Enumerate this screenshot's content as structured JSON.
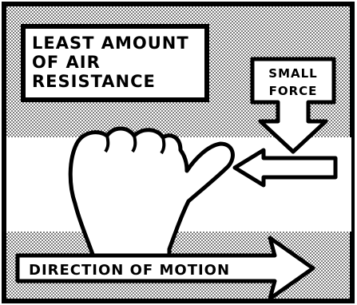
{
  "diagram": {
    "title_lines": [
      "LEAST AMOUNT",
      "OF AIR",
      "RESISTANCE"
    ],
    "force_label_lines": [
      "SMALL",
      "FORCE"
    ],
    "motion_label": "DIRECTION OF MOTION"
  }
}
